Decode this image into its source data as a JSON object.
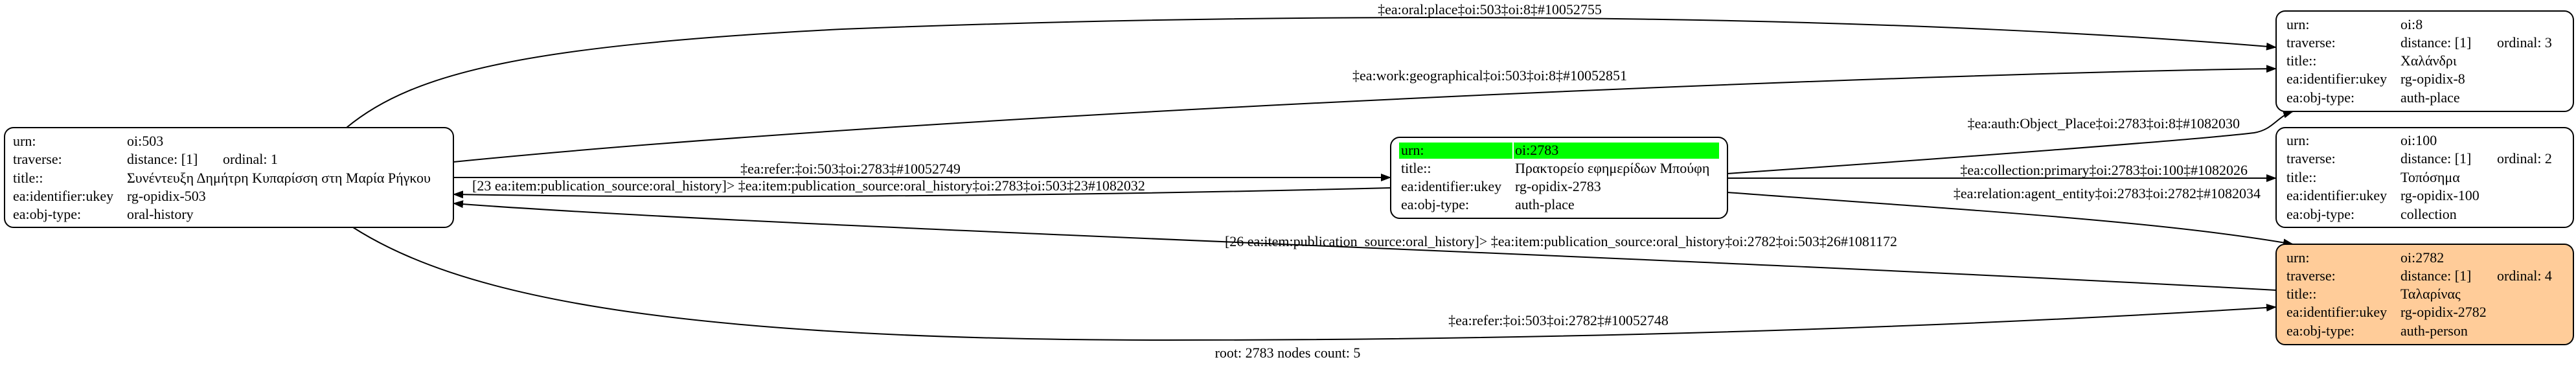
{
  "graph": {
    "footer": "root: 2783 nodes count: 5",
    "colors": {
      "root_highlight": "#00ff00",
      "person_fill": "#ffcc99",
      "default_fill": "#ffffff"
    }
  },
  "nodes": {
    "n503": {
      "urn_label": "urn:",
      "urn": "oi:503",
      "traverse_label": "traverse:",
      "distance": "distance: [1]",
      "ordinal": "ordinal: 1",
      "title_label": "title::",
      "title": "Συνέντευξη Δημήτρη Κυπαρίσση στη Μαρία Ρήγκου",
      "ukey_label": "ea:identifier:ukey",
      "ukey": "rg-opidix-503",
      "type_label": "ea:obj-type:",
      "type": "oral-history"
    },
    "n2783": {
      "urn_label": "urn:",
      "urn": "oi:2783",
      "title_label": "title::",
      "title": "Πρακτορείο εφημερίδων Μπούφη",
      "ukey_label": "ea:identifier:ukey",
      "ukey": "rg-opidix-2783",
      "type_label": "ea:obj-type:",
      "type": "auth-place"
    },
    "n8": {
      "urn_label": "urn:",
      "urn": "oi:8",
      "traverse_label": "traverse:",
      "distance": "distance: [1]",
      "ordinal": "ordinal: 3",
      "title_label": "title::",
      "title": "Χαλάνδρι",
      "ukey_label": "ea:identifier:ukey",
      "ukey": "rg-opidix-8",
      "type_label": "ea:obj-type:",
      "type": "auth-place"
    },
    "n100": {
      "urn_label": "urn:",
      "urn": "oi:100",
      "traverse_label": "traverse:",
      "distance": "distance: [1]",
      "ordinal": "ordinal: 2",
      "title_label": "title::",
      "title": "Τοπόσημα",
      "ukey_label": "ea:identifier:ukey",
      "ukey": "rg-opidix-100",
      "type_label": "ea:obj-type:",
      "type": "collection"
    },
    "n2782": {
      "urn_label": "urn:",
      "urn": "oi:2782",
      "traverse_label": "traverse:",
      "distance": "distance: [1]",
      "ordinal": "ordinal: 4",
      "title_label": "title::",
      "title": "Ταλαρίνας",
      "ukey_label": "ea:identifier:ukey",
      "ukey": "rg-opidix-2782",
      "type_label": "ea:obj-type:",
      "type": "auth-person"
    }
  },
  "edges": {
    "oral_place": "‡ea:oral:place‡oi:503‡oi:8‡#10052755",
    "work_geo": "‡ea:work:geographical‡oi:503‡oi:8‡#10052851",
    "refer_2783": "‡ea:refer:‡oi:503‡oi:2783‡#10052749",
    "pub_2783": "[23 ea:item:publication_source:oral_history]> ‡ea:item:publication_source:oral_history‡oi:2783‡oi:503‡23#1082032",
    "pub_2782": "[26 ea:item:publication_source:oral_history]> ‡ea:item:publication_source:oral_history‡oi:2782‡oi:503‡26#1081172",
    "refer_2782": "‡ea:refer:‡oi:503‡oi:2782‡#10052748",
    "auth_place": "‡ea:auth:Object_Place‡oi:2783‡oi:8‡#1082030",
    "collection": "‡ea:collection:primary‡oi:2783‡oi:100‡#1082026",
    "relation": "‡ea:relation:agent_entity‡oi:2783‡oi:2782‡#1082034"
  }
}
